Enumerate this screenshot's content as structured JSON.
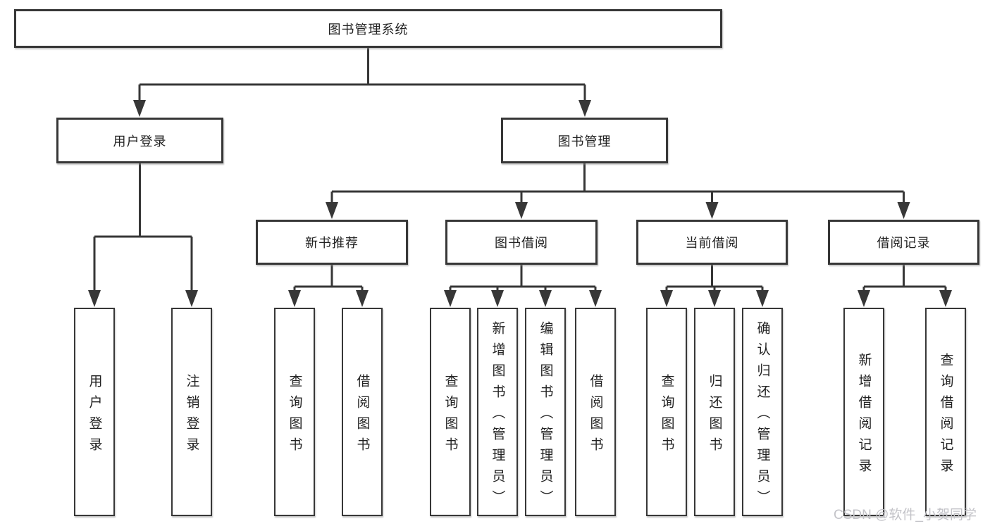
{
  "tree": {
    "root": {
      "label": "图书管理系统"
    },
    "level2": [
      {
        "label": "用户登录"
      },
      {
        "label": "图书管理"
      }
    ],
    "level3": [
      {
        "label": "新书推荐",
        "parent": "图书管理"
      },
      {
        "label": "图书借阅",
        "parent": "图书管理"
      },
      {
        "label": "当前借阅",
        "parent": "图书管理"
      },
      {
        "label": "借阅记录",
        "parent": "图书管理"
      }
    ],
    "leaves": [
      {
        "label": "用户登录",
        "parent": "用户登录"
      },
      {
        "label": "注销登录",
        "parent": "用户登录"
      },
      {
        "label": "查询图书",
        "parent": "新书推荐"
      },
      {
        "label": "借阅图书",
        "parent": "新书推荐"
      },
      {
        "label": "查询图书",
        "parent": "图书借阅"
      },
      {
        "label": "新增图书（管理员）",
        "parent": "图书借阅"
      },
      {
        "label": "编辑图书（管理员）",
        "parent": "图书借阅"
      },
      {
        "label": "借阅图书",
        "parent": "图书借阅"
      },
      {
        "label": "查询图书",
        "parent": "当前借阅"
      },
      {
        "label": "归还图书",
        "parent": "当前借阅"
      },
      {
        "label": "确认归还（管理员）",
        "parent": "当前借阅"
      },
      {
        "label": "新增借阅记录",
        "parent": "借阅记录"
      },
      {
        "label": "查询借阅记录",
        "parent": "借阅记录"
      }
    ]
  },
  "watermark": "CSDN @软件_小贺同学",
  "colors": {
    "line": "#373737",
    "text": "#222222",
    "watermark": "#c3c3c8",
    "background": "#ffffff"
  }
}
